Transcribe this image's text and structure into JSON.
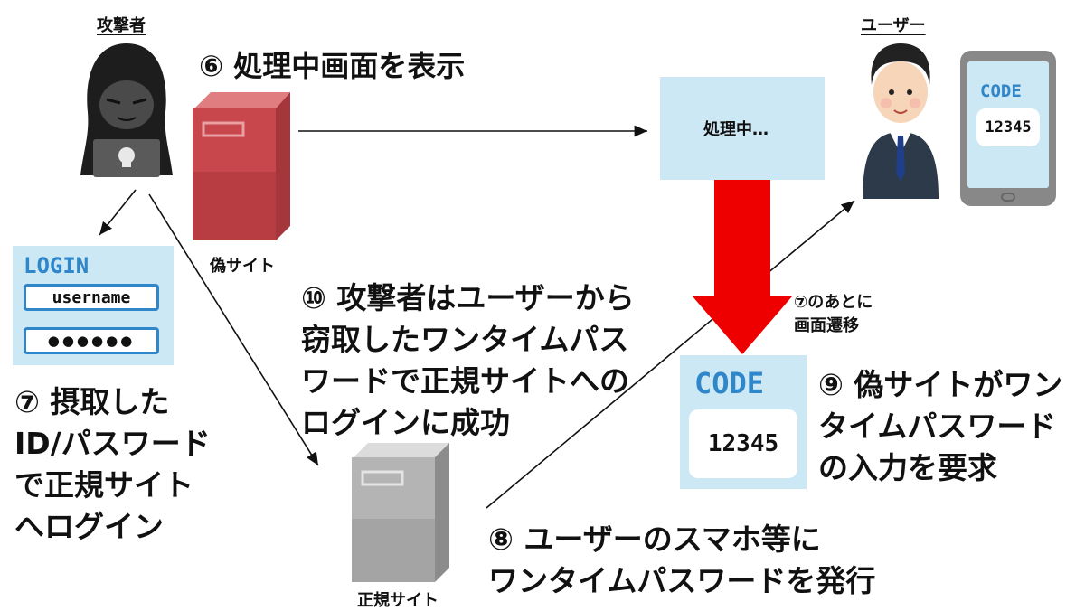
{
  "labels": {
    "attacker": "攻撃者",
    "user": "ユーザー",
    "fake_site": "偽サイト",
    "real_site": "正規サイト",
    "processing": "処理中…",
    "after7_line1": "⑦のあとに",
    "after7_line2": "画面遷移"
  },
  "steps": {
    "s6": "⑥ 処理中画面を表示",
    "s7": [
      "⑦ 摂取した",
      "ID/パスワード",
      "で正規サイト",
      "へログイン"
    ],
    "s8": [
      "⑧ ユーザーのスマホ等に",
      "ワンタイムパスワードを発行"
    ],
    "s9": [
      "⑨ 偽サイトがワン",
      "タイムパスワード",
      "の入力を要求"
    ],
    "s10": [
      "⑩ 攻撃者はユーザーから",
      "窃取したワンタイムパス",
      "ワードで正規サイトへの",
      "ログインに成功"
    ]
  },
  "login_card": {
    "title": "LOGIN",
    "username": "username",
    "password_mask": "●●●●●●"
  },
  "phone": {
    "code_label": "CODE",
    "code_value": "12345"
  },
  "code_card": {
    "code_label": "CODE",
    "code_value": "12345"
  },
  "colors": {
    "panel_blue": "#cde8f5",
    "red_arrow": "#ee0000",
    "fake_server": "#c8474c",
    "real_server": "#a9a9a9",
    "code_blue": "#2f86c9"
  }
}
